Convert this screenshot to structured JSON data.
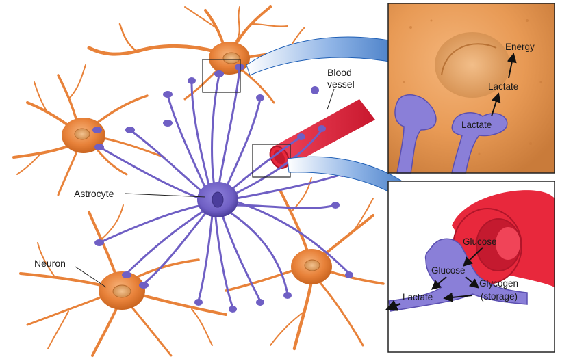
{
  "main_labels": {
    "blood_vessel_line1": "Blood",
    "blood_vessel_line2": "vessel",
    "astrocyte": "Astrocyte",
    "neuron": "Neuron"
  },
  "inset_top": {
    "energy": "Energy",
    "lactate_upper": "Lactate",
    "lactate_lower": "Lactate"
  },
  "inset_bottom": {
    "glucose_upper": "Glucose",
    "glucose_lower": "Glucose",
    "glycogen_line1": "Glycogen",
    "glycogen_line2": "(storage)",
    "lactate": "Lactate"
  },
  "colors": {
    "neuron": "#e8823a",
    "neuron_dark": "#c9641f",
    "astrocyte": "#6f5fc4",
    "astrocyte_dark": "#4b3d9c",
    "vessel": "#e8283c",
    "vessel_dark": "#b01529",
    "arrow_blue": "#2f6fc0"
  }
}
